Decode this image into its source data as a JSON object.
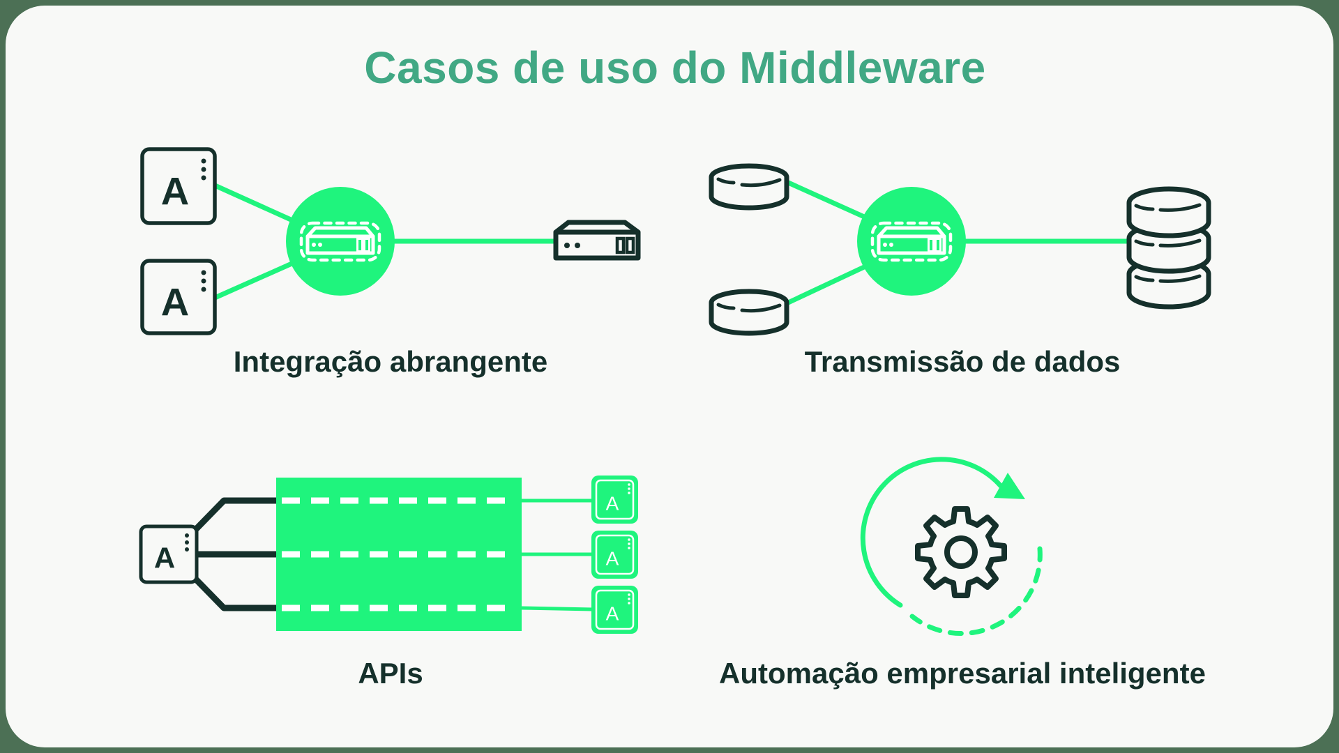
{
  "title": "Casos de uso do Middleware",
  "app_letter": "A",
  "sections": {
    "integration": {
      "label": "Integração abrangente"
    },
    "transmission": {
      "label": "Transmissão de dados"
    },
    "apis": {
      "label": "APIs"
    },
    "automation": {
      "label": "Automação empresarial inteligente"
    }
  },
  "icons": {
    "app": "app-window-icon",
    "middleware": "middleware-server-icon",
    "server": "server-icon",
    "disk": "disk-icon",
    "database": "database-icon",
    "api_gateway": "api-gateway-block",
    "gear": "gear-icon",
    "rotation_arrow": "rotation-arrow-icon"
  },
  "colors": {
    "page_background": "#4C7055",
    "card_background": "#F8F9F7",
    "accent_green": "#1FF47D",
    "title_green": "#41A884",
    "ink": "#15302B"
  }
}
